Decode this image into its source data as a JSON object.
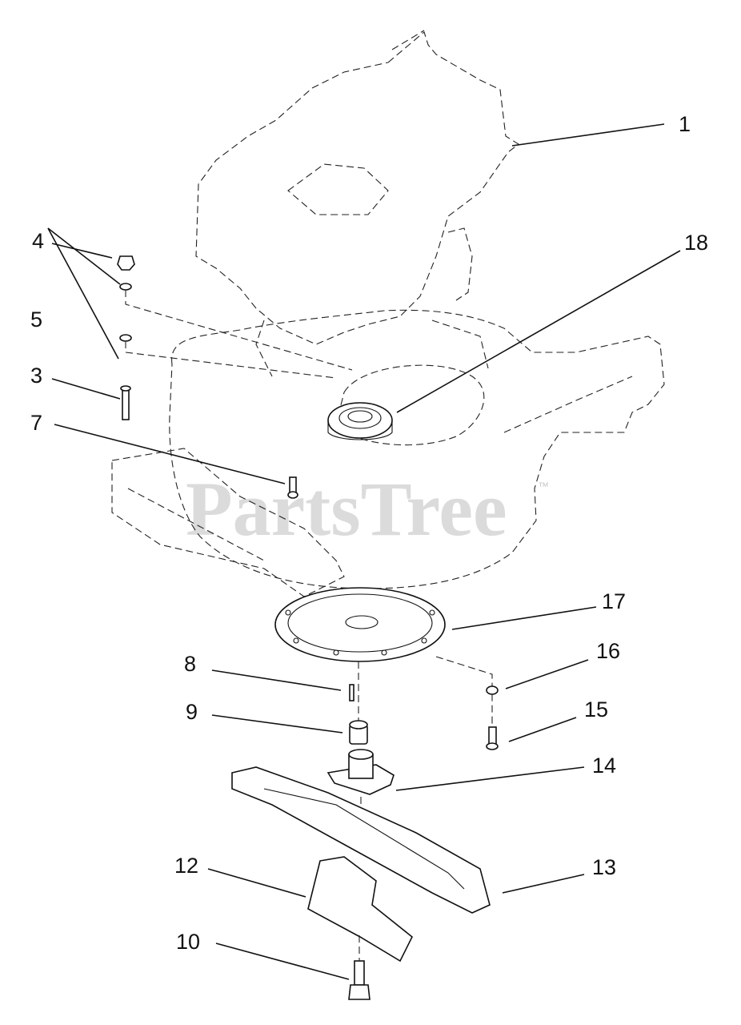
{
  "watermark": {
    "text": "PartsTree",
    "trademark": "™"
  },
  "callouts": [
    {
      "id": "1",
      "label": "1"
    },
    {
      "id": "18",
      "label": "18"
    },
    {
      "id": "4",
      "label": "4"
    },
    {
      "id": "5",
      "label": "5"
    },
    {
      "id": "3",
      "label": "3"
    },
    {
      "id": "7",
      "label": "7"
    },
    {
      "id": "17",
      "label": "17"
    },
    {
      "id": "8",
      "label": "8"
    },
    {
      "id": "16",
      "label": "16"
    },
    {
      "id": "9",
      "label": "9"
    },
    {
      "id": "15",
      "label": "15"
    },
    {
      "id": "14",
      "label": "14"
    },
    {
      "id": "12",
      "label": "12"
    },
    {
      "id": "13",
      "label": "13"
    },
    {
      "id": "10",
      "label": "10"
    }
  ]
}
